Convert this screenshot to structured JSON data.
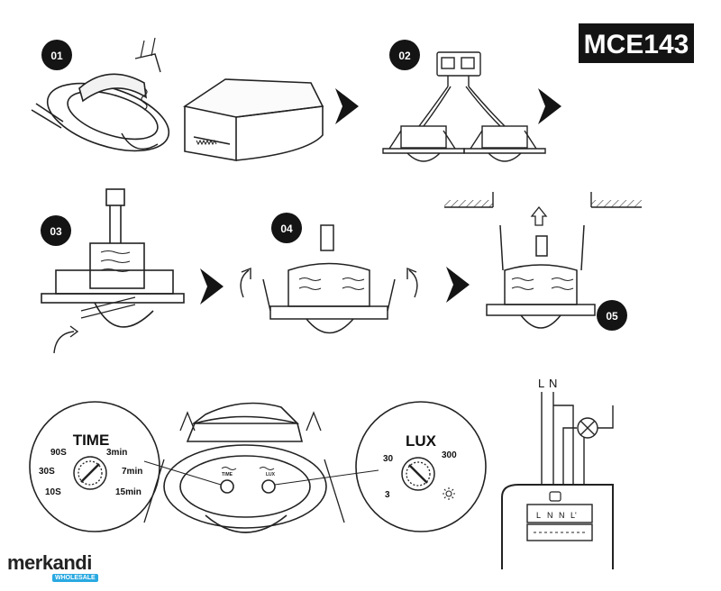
{
  "model": "MCE143",
  "logo": {
    "name": "merkandi",
    "tag": "WHOLESALE"
  },
  "steps": [
    "01",
    "02",
    "03",
    "04",
    "05"
  ],
  "time_dial": {
    "title": "TIME",
    "labels": [
      "90S",
      "3min",
      "30S",
      "7min",
      "10S",
      "15min"
    ]
  },
  "lux_dial": {
    "title": "LUX",
    "labels": [
      "30",
      "300",
      "3"
    ]
  },
  "device_labels": {
    "time": "TIME",
    "lux": "LUX"
  },
  "wiring": {
    "supply": [
      "L",
      "N"
    ],
    "terminals": [
      "L",
      "N",
      "N",
      "L'"
    ]
  }
}
